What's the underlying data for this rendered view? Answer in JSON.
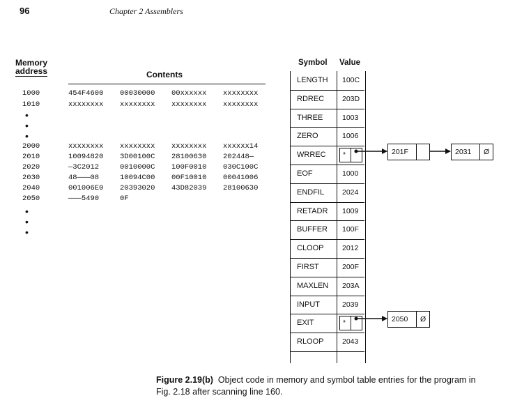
{
  "header": {
    "page_number": "96",
    "chapter": "Chapter 2   Assemblers"
  },
  "memory": {
    "heading_line1": "Memory",
    "heading_line2": "address",
    "contents_heading": "Contents",
    "rows": [
      {
        "addr": "1000",
        "words": [
          "454F4600",
          "00030000",
          "00xxxxxx",
          "xxxxxxxx"
        ]
      },
      {
        "addr": "1010",
        "words": [
          "xxxxxxxx",
          "xxxxxxxx",
          "xxxxxxxx",
          "xxxxxxxx"
        ]
      },
      {
        "addr": "2000",
        "words": [
          "xxxxxxxx",
          "xxxxxxxx",
          "xxxxxxxx",
          "xxxxxx14"
        ]
      },
      {
        "addr": "2010",
        "words": [
          "10094820",
          "3D00100C",
          "28100630",
          "202448—"
        ]
      },
      {
        "addr": "2020",
        "words": [
          "—3C2012",
          "0010000C",
          "100F0010",
          "030C100C"
        ]
      },
      {
        "addr": "2030",
        "words": [
          "48———08",
          "10094C00",
          "00F10010",
          "00041006"
        ]
      },
      {
        "addr": "2040",
        "words": [
          "001006E0",
          "20393020",
          "43D82039",
          "28100630"
        ]
      },
      {
        "addr": "2050",
        "words": [
          "———5490",
          "0F",
          "",
          ""
        ]
      }
    ]
  },
  "symtab": {
    "col_symbol": "Symbol",
    "col_value": "Value",
    "rows": [
      {
        "symbol": "LENGTH",
        "value": "100C"
      },
      {
        "symbol": "RDREC",
        "value": "203D"
      },
      {
        "symbol": "THREE",
        "value": "1003"
      },
      {
        "symbol": "ZERO",
        "value": "1006"
      },
      {
        "symbol": "WRREC",
        "value": "*"
      },
      {
        "symbol": "EOF",
        "value": "1000"
      },
      {
        "symbol": "ENDFIL",
        "value": "2024"
      },
      {
        "symbol": "RETADR",
        "value": "1009"
      },
      {
        "symbol": "BUFFER",
        "value": "100F"
      },
      {
        "symbol": "CLOOP",
        "value": "2012"
      },
      {
        "symbol": "FIRST",
        "value": "200F"
      },
      {
        "symbol": "MAXLEN",
        "value": "203A"
      },
      {
        "symbol": "INPUT",
        "value": "2039"
      },
      {
        "symbol": "EXIT",
        "value": "*"
      },
      {
        "symbol": "RLOOP",
        "value": "2043"
      }
    ],
    "wrrec_chain": [
      "201F",
      "2031"
    ],
    "exit_chain": [
      "2050"
    ],
    "null_marker": "Ø"
  },
  "caption": {
    "label": "Figure 2.19(b)",
    "text": "Object code in memory and symbol table entries for the program in Fig. 2.18 after scanning line 160."
  }
}
